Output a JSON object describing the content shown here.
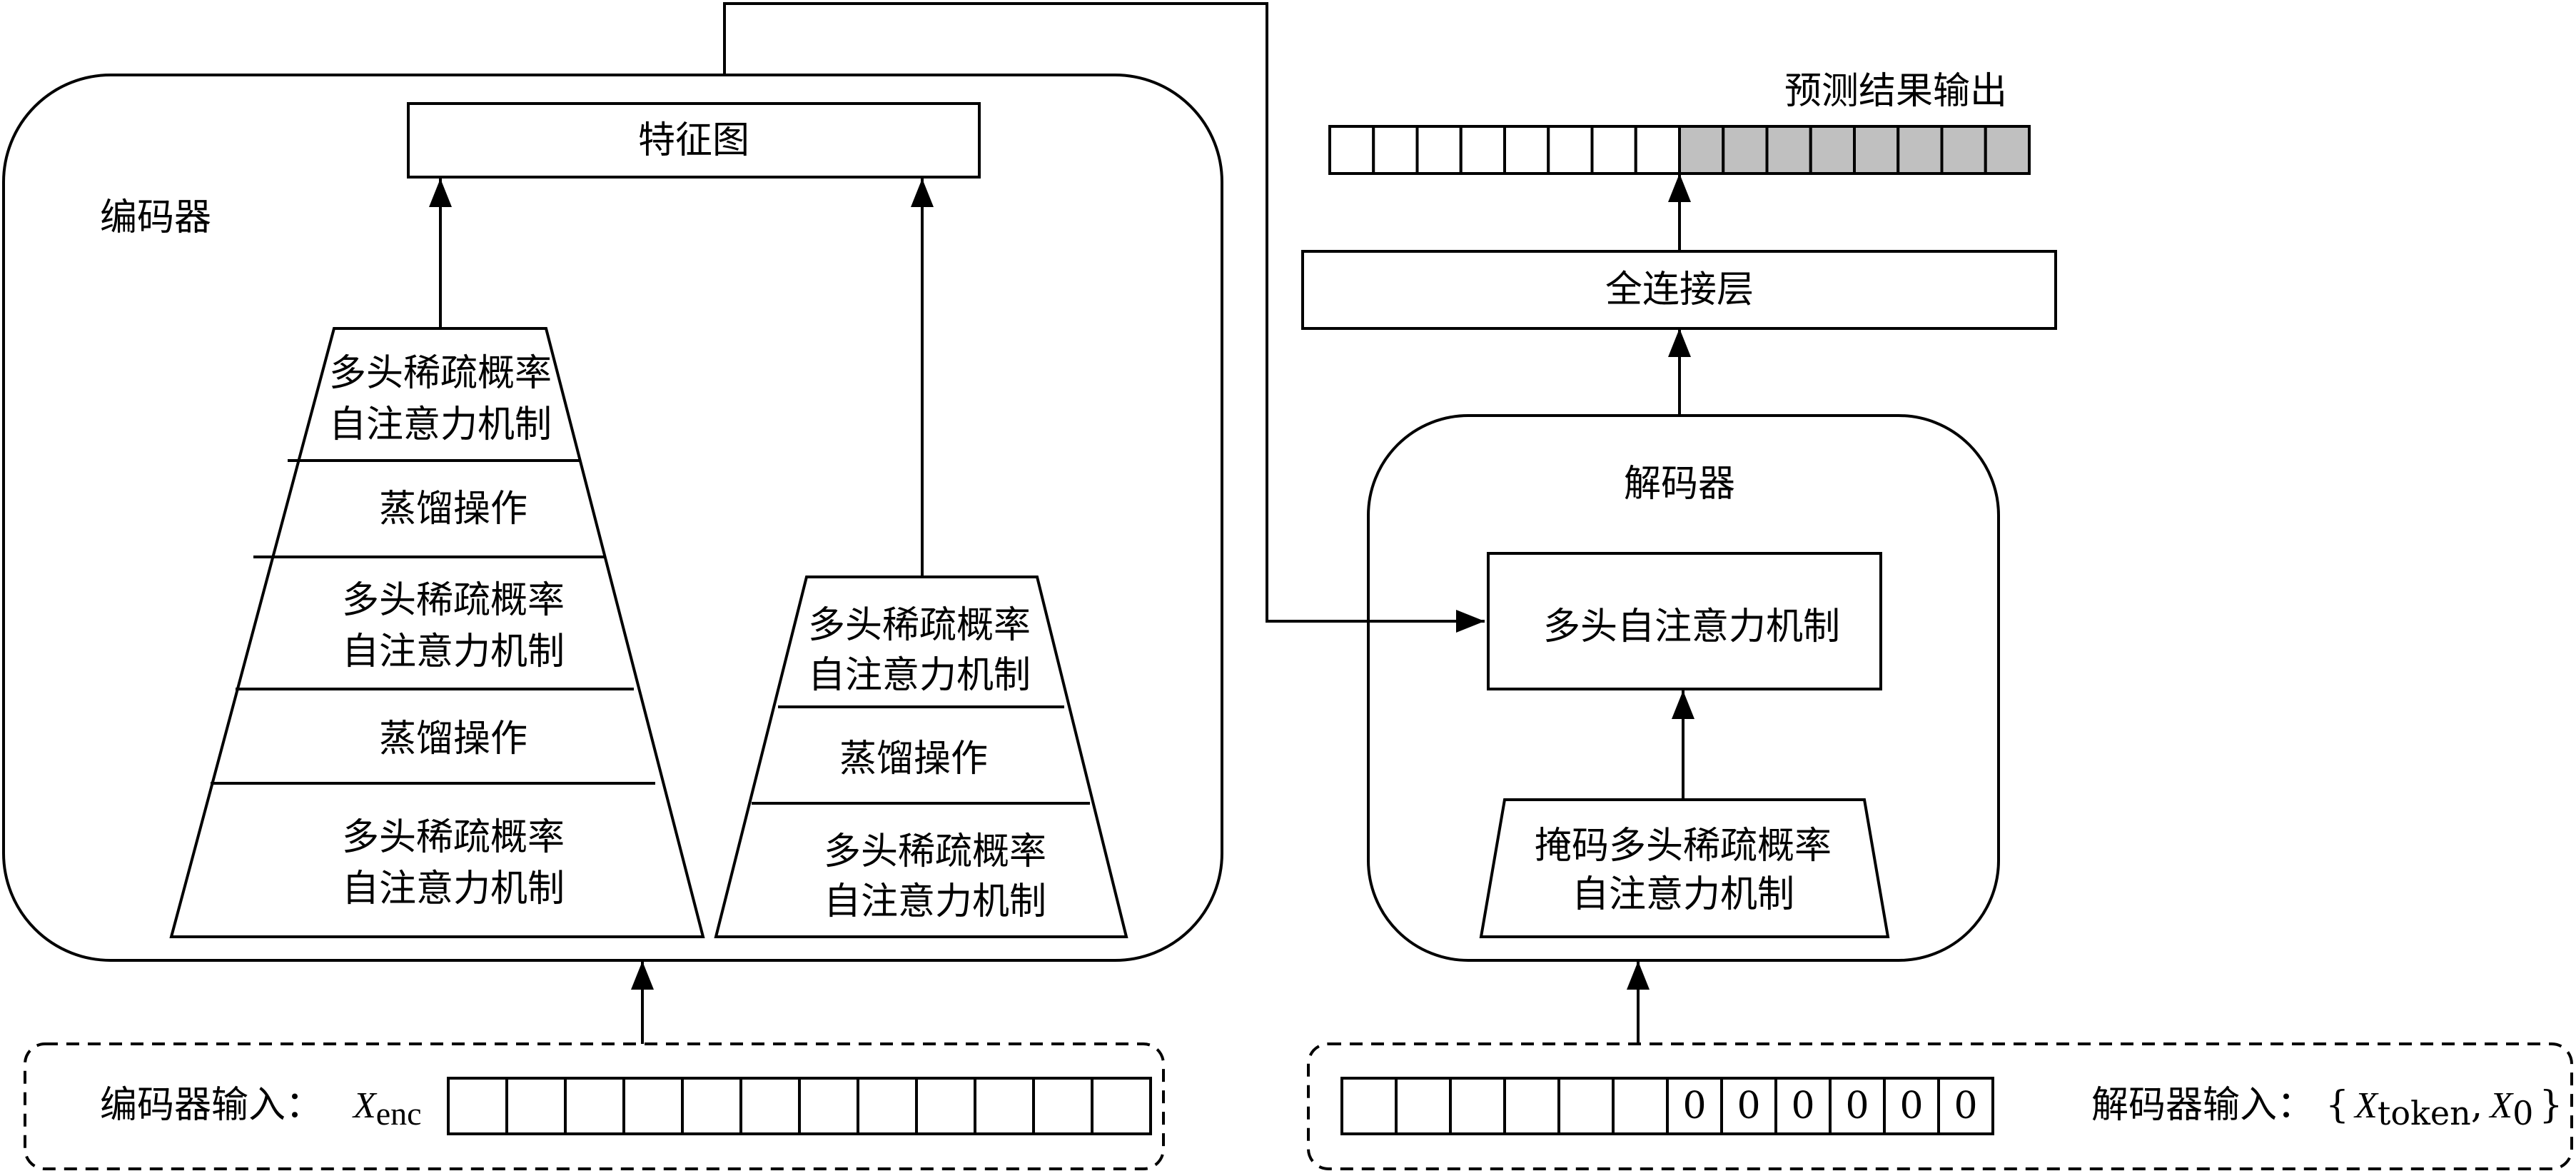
{
  "encoder": {
    "title": "编码器",
    "feature_map": "特征图",
    "stack_main": [
      [
        "多头稀疏概率",
        "自注意力机制"
      ],
      [
        "蒸馏操作"
      ],
      [
        "多头稀疏概率",
        "自注意力机制"
      ],
      [
        "蒸馏操作"
      ],
      [
        "多头稀疏概率",
        "自注意力机制"
      ]
    ],
    "stack_side": [
      [
        "多头稀疏概率",
        "自注意力机制"
      ],
      [
        "蒸馏操作"
      ],
      [
        "多头稀疏概率",
        "自注意力机制"
      ]
    ],
    "input_label": "编码器输入：",
    "input_var": "X",
    "input_sub": "enc",
    "input_cells": [
      "",
      "",
      "",
      "",
      "",
      "",
      "",
      "",
      "",
      "",
      "",
      ""
    ]
  },
  "decoder": {
    "title": "解码器",
    "self_attention": "多头自注意力机制",
    "masked_attention": [
      "掩码多头稀疏概率",
      "自注意力机制"
    ],
    "fc_layer": "全连接层",
    "output_label": "预测结果输出",
    "output_cells": [
      {
        "text": "",
        "shaded": false
      },
      {
        "text": "",
        "shaded": false
      },
      {
        "text": "",
        "shaded": false
      },
      {
        "text": "",
        "shaded": false
      },
      {
        "text": "",
        "shaded": false
      },
      {
        "text": "",
        "shaded": false
      },
      {
        "text": "",
        "shaded": false
      },
      {
        "text": "",
        "shaded": false
      },
      {
        "text": "",
        "shaded": true
      },
      {
        "text": "",
        "shaded": true
      },
      {
        "text": "",
        "shaded": true
      },
      {
        "text": "",
        "shaded": true
      },
      {
        "text": "",
        "shaded": true
      },
      {
        "text": "",
        "shaded": true
      },
      {
        "text": "",
        "shaded": true
      },
      {
        "text": "",
        "shaded": true
      }
    ],
    "input_cells": [
      "",
      "",
      "",
      "",
      "",
      "",
      "0",
      "0",
      "0",
      "0",
      "0",
      "0"
    ],
    "input_label": "解码器输入：",
    "input_open": "{",
    "input_var1": "X",
    "input_sub1": "token",
    "input_comma": ",",
    "input_var2": "X",
    "input_sub2": "0",
    "input_close": "}"
  },
  "colors": {
    "stroke": "#000000",
    "shaded_cell": "#c0c0c0",
    "background": "#ffffff"
  }
}
